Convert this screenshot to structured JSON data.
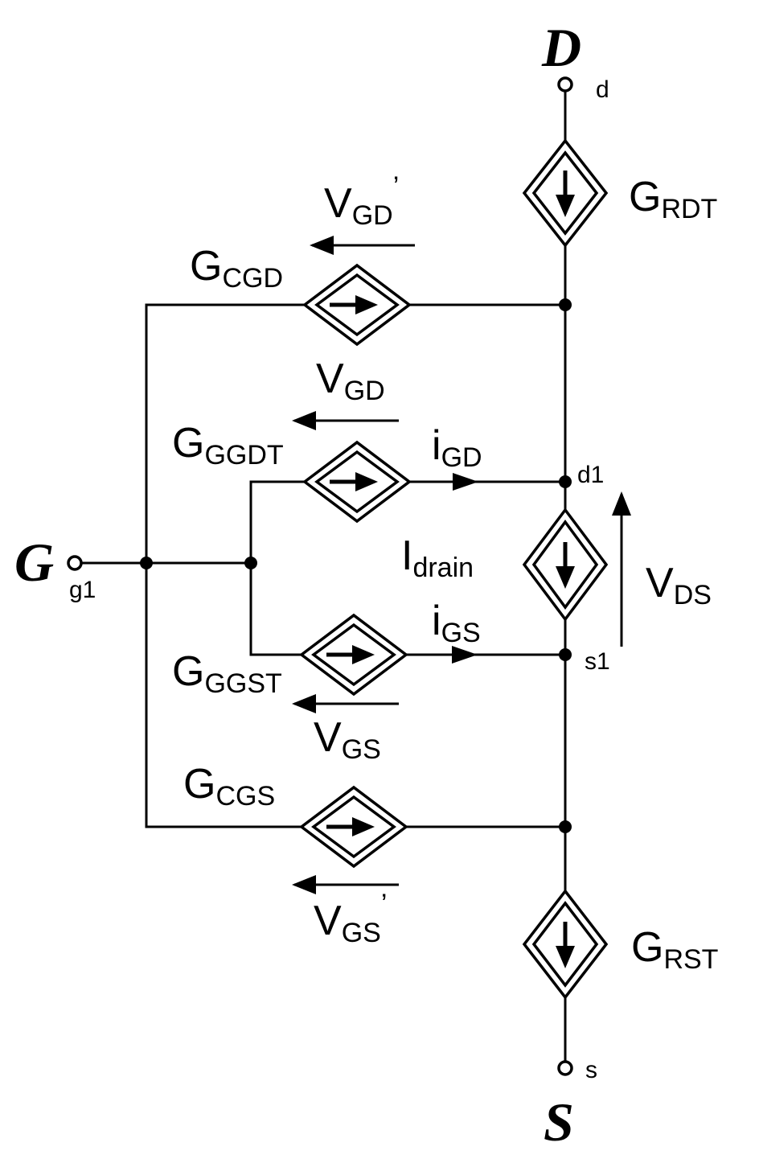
{
  "terminals": {
    "drain": {
      "name": "D",
      "node": "d"
    },
    "source": {
      "name": "S",
      "node": "s"
    },
    "gate": {
      "name": "G",
      "node": "g1"
    }
  },
  "internal_nodes": {
    "d1": "d1",
    "s1": "s1"
  },
  "sources": {
    "grdt": {
      "main": "G",
      "sub": "RDT"
    },
    "grst": {
      "main": "G",
      "sub": "RST"
    },
    "gcgd": {
      "main": "G",
      "sub": "CGD"
    },
    "gggdt": {
      "main": "G",
      "sub": "GGDT"
    },
    "gggst": {
      "main": "G",
      "sub": "GGST"
    },
    "gcgs": {
      "main": "G",
      "sub": "CGS"
    },
    "idrain": {
      "main": "I",
      "sub": "drain"
    }
  },
  "voltages": {
    "vgd_prime": {
      "main": "V",
      "sub": "GD",
      "mark": "’"
    },
    "vgd": {
      "main": "V",
      "sub": "GD"
    },
    "vgs": {
      "main": "V",
      "sub": "GS"
    },
    "vgs_prime": {
      "main": "V",
      "sub": "GS",
      "mark": "’"
    },
    "vds": {
      "main": "V",
      "sub": "DS"
    }
  },
  "currents": {
    "igd": {
      "main": "i",
      "sub": "GD"
    },
    "igs": {
      "main": "i",
      "sub": "GS"
    }
  }
}
